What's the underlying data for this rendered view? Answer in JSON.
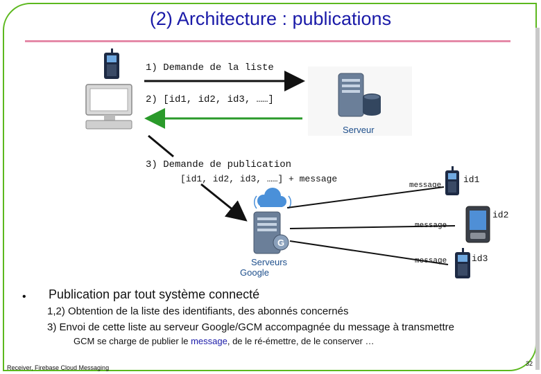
{
  "slide": {
    "title": "(2) Architecture : publications",
    "page_number": "32",
    "footer": "Receiver, Firebase Cloud Messaging"
  },
  "diagram": {
    "step1": "1) Demande de la liste",
    "step2": "2) [id1, id2, id3, ……]",
    "step3": "3) Demande de publication",
    "step3_detail": "[id1, id2, id3, ……] + message",
    "server_label": "Serveur",
    "google_label_line1": "Serveurs",
    "google_label_line2": "Google",
    "message_label": "message",
    "devices": [
      "id1",
      "id2",
      "id3"
    ]
  },
  "content": {
    "bullet": "•",
    "main_point": "Publication par tout système connecté",
    "sub_point_1": "1,2) Obtention de la liste des identifiants, des abonnés concernés",
    "sub_point_2": "3) Envoi de cette liste au serveur Google/GCM accompagnée du message à transmettre",
    "note_part1": "GCM se charge de publier le ",
    "note_highlight": "message",
    "note_part2": ", de le ré-émettre, de le conserver …"
  },
  "colors": {
    "frame": "#5cb81e",
    "title": "#1a1aa8",
    "title_rule": "#e58aa8",
    "arrow_dark": "#111111",
    "arrow_green": "#2a9a2a"
  }
}
